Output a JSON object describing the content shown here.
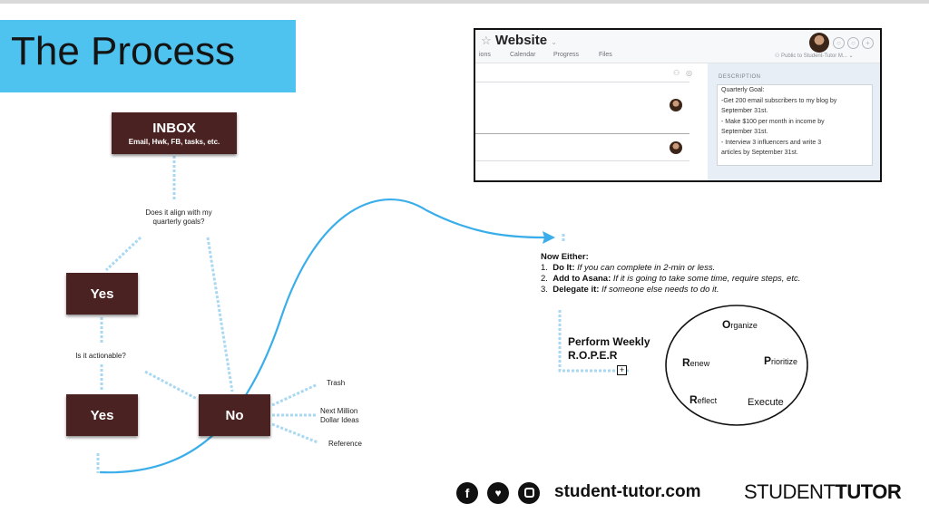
{
  "slide": {
    "title": "The Process"
  },
  "flow": {
    "inbox_title": "INBOX",
    "inbox_sub": "Email, Hwk, FB, tasks, etc.",
    "question1_line1": "Does it align with my",
    "question1_line2": "quarterly goals?",
    "yes1": "Yes",
    "question2": "Is it actionable?",
    "yes2": "Yes",
    "no": "No",
    "outcomes": [
      "Trash",
      "Next Million",
      "Dollar Ideas",
      "Reference"
    ]
  },
  "asana": {
    "project_title": "Website",
    "tabs": [
      "ions",
      "Calendar",
      "Progress",
      "Files"
    ],
    "public_label": "Public to Student-Tutor M...",
    "description_header": "DESCRIPTION",
    "description_lines": [
      "Quarterly Goal:",
      "-Get 200 email subscribers to my blog by",
      "September 31st.",
      "- Make $100 per month in income by",
      "September 31st.",
      "- Interview 3 influencers and write 3",
      "articles by September 31st."
    ]
  },
  "either": {
    "heading": "Now Either:",
    "items": [
      {
        "num": "1.",
        "bold": "Do It:",
        "text": "If you can complete in 2-min or less."
      },
      {
        "num": "2.",
        "bold": "Add to Asana:",
        "text": "If it is going to take some time, require steps, etc."
      },
      {
        "num": "3.",
        "bold": "Delegate it:",
        "text": "If someone else needs to do it."
      }
    ]
  },
  "roper": {
    "line1": "Perform Weekly",
    "line2": "R.O.P.E.R",
    "cycle": {
      "organize": {
        "cap": "O",
        "rest": "rganize"
      },
      "prioritize": {
        "cap": "P",
        "rest": "rioritize"
      },
      "renew": {
        "cap": "R",
        "rest": "enew"
      },
      "reflect": {
        "cap": "R",
        "rest": "eflect"
      },
      "execute": {
        "cap": "E",
        "rest": "xecute"
      }
    }
  },
  "footer": {
    "site": "student-tutor.com",
    "brand_light": "STUDENT",
    "brand_bold": "TUTOR",
    "social_icons": [
      "facebook-icon",
      "twitter-icon",
      "instagram-icon"
    ]
  },
  "colors": {
    "title_bg": "#4fc3f0",
    "node_bg": "#4a2222",
    "connector": "#9ed4f2",
    "arrow": "#3aaeea"
  }
}
